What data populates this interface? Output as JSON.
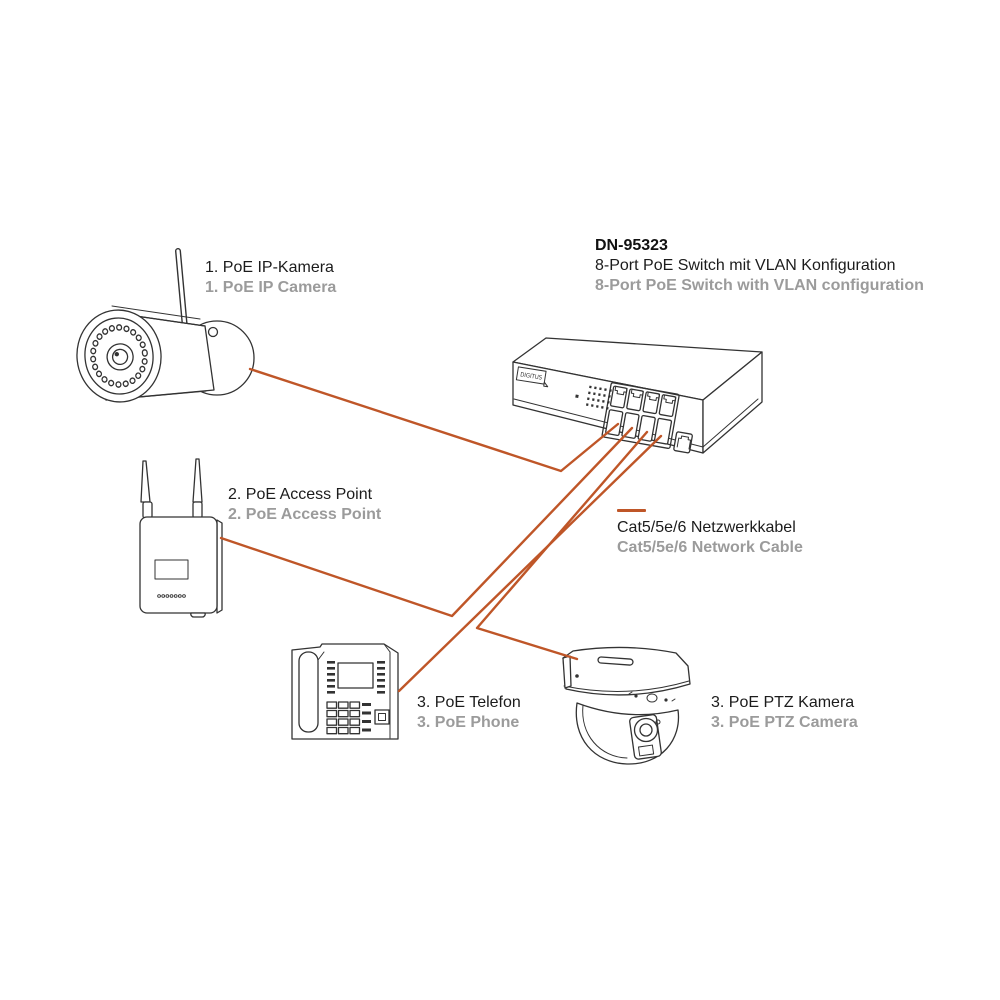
{
  "page": {
    "background": "#ffffff"
  },
  "switch": {
    "model": "DN-95323",
    "subtitle_de": "8-Port PoE Switch mit VLAN Konfiguration",
    "subtitle_en": "8-Port PoE Switch with VLAN configuration",
    "logo_text": "DIGITUS"
  },
  "devices": {
    "ip_camera": {
      "label_de": "1. PoE IP-Kamera",
      "label_en": "1. PoE IP Camera"
    },
    "access_point": {
      "label_de": "2. PoE Access Point",
      "label_en": "2. PoE Access Point"
    },
    "phone": {
      "label_de": "3. PoE Telefon",
      "label_en": "3. PoE Phone"
    },
    "ptz_camera": {
      "label_de": "3. PoE PTZ Kamera",
      "label_en": "3. PoE PTZ Camera"
    }
  },
  "legend": {
    "label_de": "Cat5/5e/6 Netzwerkkabel",
    "label_en": "Cat5/5e/6 Network Cable",
    "cable_color": "#bf5628"
  },
  "colors": {
    "line_art": "#333333",
    "text_primary": "#1c1c1c",
    "text_secondary": "#9b9b9b",
    "cable": "#bf5628",
    "background": "#ffffff"
  }
}
